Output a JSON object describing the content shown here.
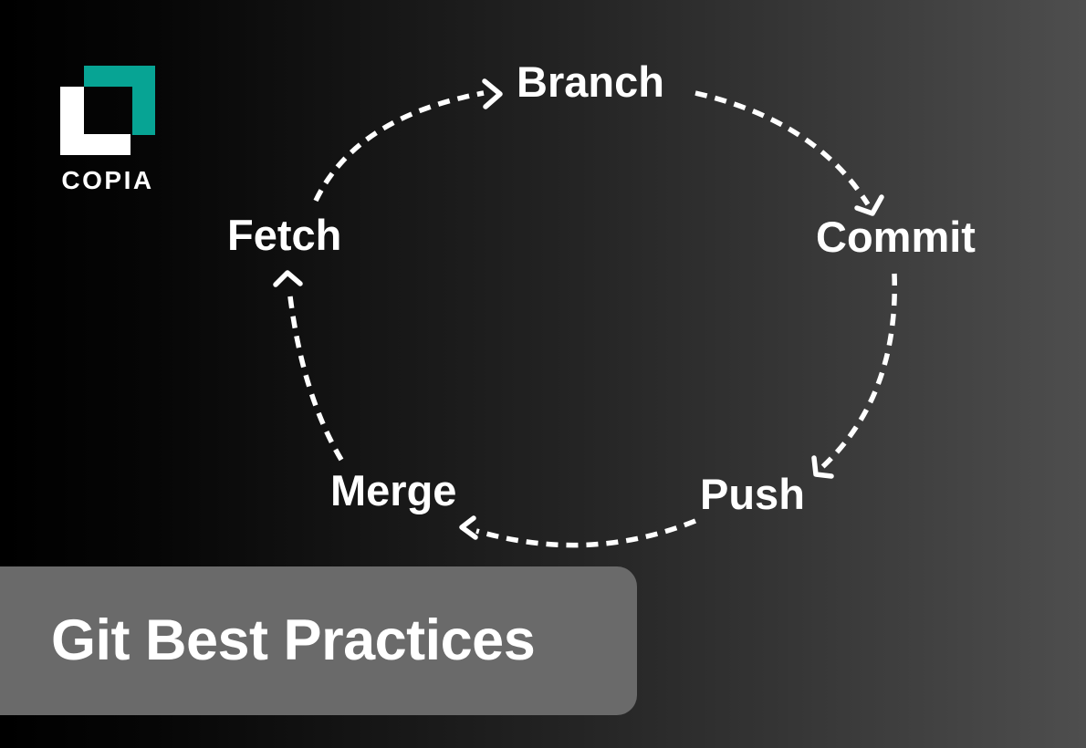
{
  "brand": {
    "name": "COPIA"
  },
  "title": {
    "label": "Git Best Practices"
  },
  "diagram": {
    "type": "cycle",
    "nodes": [
      {
        "id": "branch",
        "label": "Branch"
      },
      {
        "id": "commit",
        "label": "Commit"
      },
      {
        "id": "push",
        "label": "Push"
      },
      {
        "id": "merge",
        "label": "Merge"
      },
      {
        "id": "fetch",
        "label": "Fetch"
      }
    ],
    "edges": [
      {
        "from": "Fetch",
        "to": "Branch"
      },
      {
        "from": "Branch",
        "to": "Commit"
      },
      {
        "from": "Commit",
        "to": "Push"
      },
      {
        "from": "Push",
        "to": "Merge"
      },
      {
        "from": "Merge",
        "to": "Fetch"
      }
    ]
  },
  "colors": {
    "background_left": "#000000",
    "background_right": "#4e4e4e",
    "accent_teal": "#07a494",
    "arrow": "#ffffff",
    "title_box": "#6a6a6a",
    "text": "#ffffff"
  }
}
